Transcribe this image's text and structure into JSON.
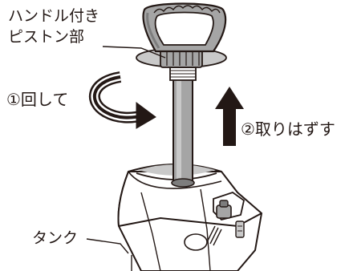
{
  "labels": {
    "piston_line1": "ハンドル付き",
    "piston_line2": "ピストン部",
    "step1": "①回して",
    "step2": "②取りはずす",
    "tank": "タンク"
  },
  "colors": {
    "ink": "#231815",
    "gray_light": "#c9c9c9",
    "gray_mid": "#a5a5a5",
    "gray_dark": "#7d7d7d",
    "white": "#ffffff"
  }
}
